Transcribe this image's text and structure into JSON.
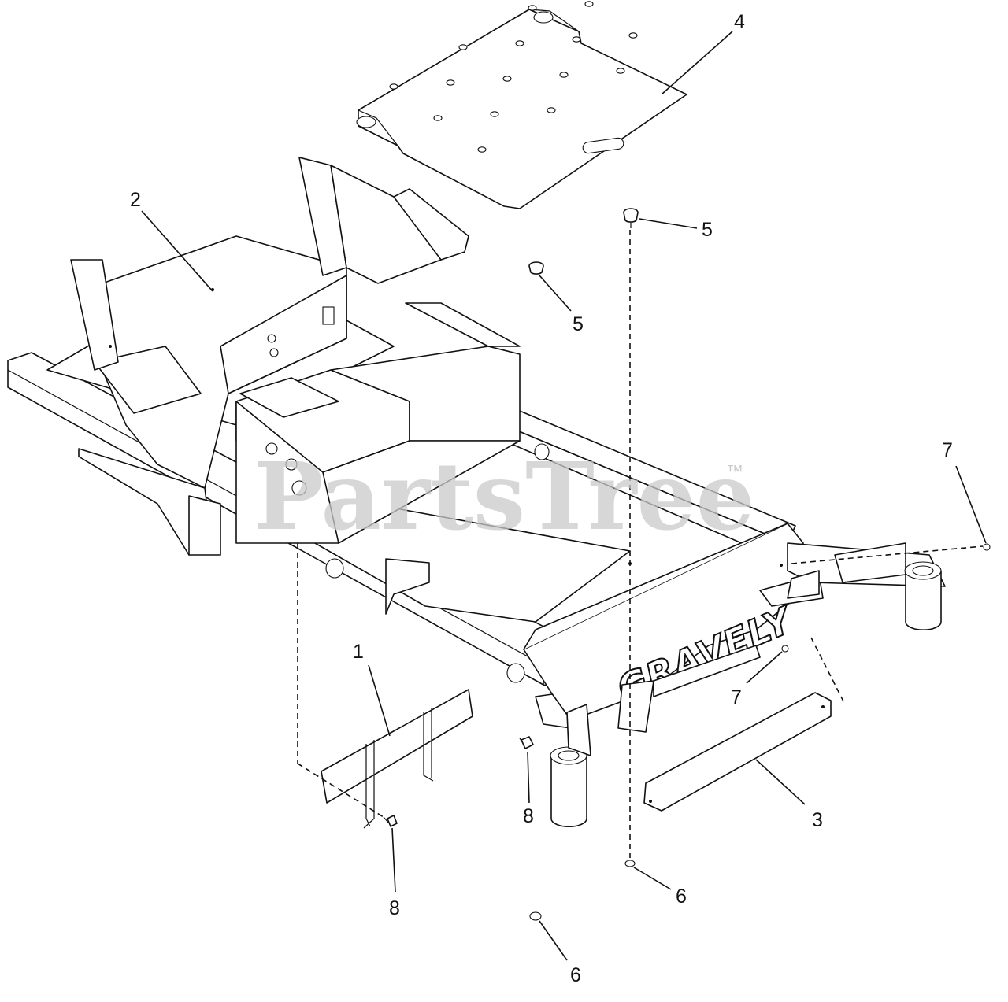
{
  "watermark": {
    "text": "PartsTree",
    "trademark": "™"
  },
  "brand_logo": "GRAVELY",
  "callouts": [
    {
      "id": "c1",
      "label": "1"
    },
    {
      "id": "c2",
      "label": "2"
    },
    {
      "id": "c3",
      "label": "3"
    },
    {
      "id": "c4",
      "label": "4"
    },
    {
      "id": "c5a",
      "label": "5"
    },
    {
      "id": "c5b",
      "label": "5"
    },
    {
      "id": "c6a",
      "label": "6"
    },
    {
      "id": "c6b",
      "label": "6"
    },
    {
      "id": "c7a",
      "label": "7"
    },
    {
      "id": "c7b",
      "label": "7"
    },
    {
      "id": "c8a",
      "label": "8"
    },
    {
      "id": "c8b",
      "label": "8"
    }
  ]
}
